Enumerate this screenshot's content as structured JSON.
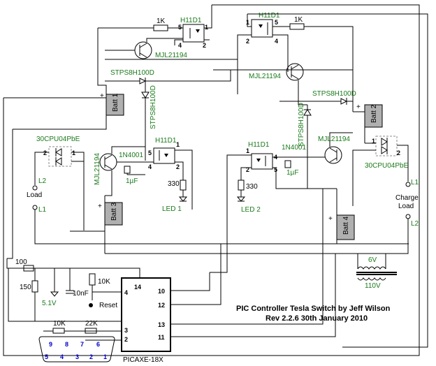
{
  "title": {
    "line1": "PIC Controller Tesla Switch   by   Jeff Wilson",
    "line2": "Rev 2.2.6    30th January 2010"
  },
  "batteries": [
    "Batt 1",
    "Batt 2",
    "Batt 3",
    "Batt 4"
  ],
  "plus": "+",
  "opto_label": "H11D1",
  "transistor_label": "MJL21194",
  "schottky_label": "STPS8H100D",
  "dual_diode_label": "30CPU04PbE",
  "diode_label": "1N4001",
  "cap_label": "1µF",
  "resistors": {
    "r1k": "1K",
    "r330": "330",
    "r100": "100",
    "r150": "150",
    "r10k": "10K",
    "r22k": "22K"
  },
  "leds": [
    "LED 1",
    "LED 2"
  ],
  "load": {
    "label": "Load",
    "l1": "L1",
    "l2": "L2"
  },
  "charge_load": {
    "line1": "Charge",
    "line2": "Load",
    "l1": "L1",
    "l2": "L2"
  },
  "transformer": {
    "primary": "6V",
    "secondary": "110V"
  },
  "zener": "5.1V",
  "cap_10n": "10nF",
  "reset": "Reset",
  "chip": {
    "name": "PICAXE-18X",
    "pins_left": [
      "4",
      "3",
      "2"
    ],
    "pins_top": "14",
    "pins_right": [
      "10",
      "12",
      "13",
      "11"
    ]
  },
  "opto_pins": {
    "p1": "1",
    "p2": "2",
    "p4": "4",
    "p5": "5"
  },
  "dsub": {
    "top": [
      "9",
      "8",
      "7",
      "6"
    ],
    "bottom": [
      "5",
      "4",
      "3",
      "2",
      "1"
    ]
  }
}
